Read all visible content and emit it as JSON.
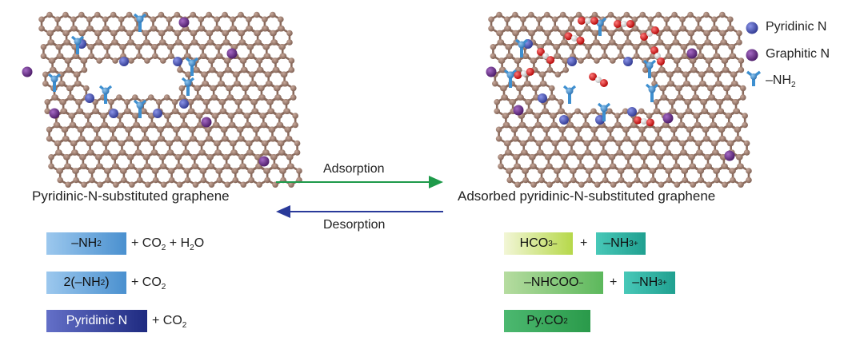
{
  "left_caption": "Pyridinic-N-substituted graphene",
  "right_caption": "Adsorbed pyridinic-N-substituted graphene",
  "arrows": {
    "adsorption": "Adsorption",
    "desorption": "Desorption"
  },
  "legend": {
    "pyridinic": "Pyridinic N",
    "graphitic": "Graphitic N",
    "nh2_prefix": "–NH",
    "nh2_sub": "2"
  },
  "reactants": [
    {
      "box": "–NH",
      "box_sub": "2",
      "terms": [
        "+ CO",
        "2",
        " + H",
        "2",
        "O"
      ]
    },
    {
      "box": "2(–NH",
      "box_sub": "2",
      "box_tail": ")",
      "terms": [
        "+ CO",
        "2"
      ]
    },
    {
      "box": "Pyridinic N",
      "terms": [
        "+ CO",
        "2"
      ]
    }
  ],
  "products": [
    {
      "a": "HCO",
      "a_sub": "3",
      "a_sup": "–",
      "plus": "+",
      "b": "–NH",
      "b_sub": "3",
      "b_sup": "+"
    },
    {
      "a": "–NHCOO",
      "a_sup": "–",
      "plus": "+",
      "b": "–NH",
      "b_sub": "3",
      "b_sup": "+"
    },
    {
      "a": "Py.CO",
      "a_sub": "2"
    }
  ],
  "colors": {
    "carbon": "#9b7b6d",
    "bond": "#8a6a5c",
    "pyridinic_n": "#4c56b8",
    "graphitic_n": "#6b2e8c",
    "nh2": "#3d8fd0",
    "oxygen": "#d42020",
    "hydrogen": "#e8e8e8",
    "arrow_adsorption": "#1e9a4a",
    "arrow_desorption": "#2a3a9a"
  }
}
